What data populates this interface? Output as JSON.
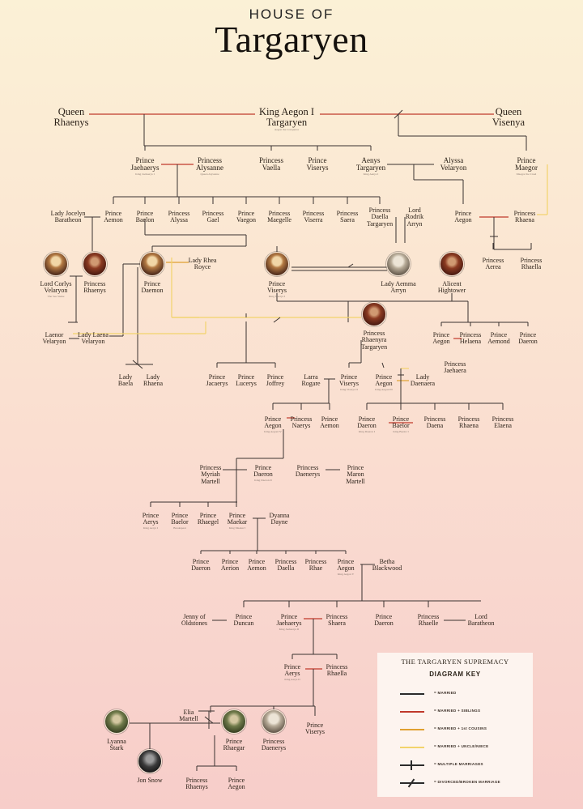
{
  "header": {
    "line1": "HOUSE OF",
    "line2": "Targaryen"
  },
  "line_colors": {
    "married": "#2b2b2b",
    "married_siblings": "#c0392b",
    "married_cousins": "#e0a030",
    "married_uncle_niece": "#f2d36b",
    "black": "#3a3230"
  },
  "people": [
    {
      "id": "rhaenys0",
      "name": [
        "Queen",
        "Rhaenys"
      ],
      "size": "big"
    },
    {
      "id": "aegon1",
      "name": [
        "King Aegon I",
        "Targaryen"
      ],
      "note": "Aegon the Conqueror",
      "size": "big"
    },
    {
      "id": "visenya",
      "name": [
        "Queen",
        "Visenya"
      ],
      "size": "big"
    },
    {
      "id": "jaeh1",
      "name": [
        "Prince",
        "Jaehaerys"
      ],
      "note": "King Jaehaerys I",
      "size": "mid"
    },
    {
      "id": "alysanne",
      "name": [
        "Princess",
        "Alysanne"
      ],
      "note": "Queen Alysanne",
      "size": "mid"
    },
    {
      "id": "vaella",
      "name": [
        "Princess",
        "Vaella"
      ],
      "size": "mid"
    },
    {
      "id": "viserys0",
      "name": [
        "Prince",
        "Viserys"
      ],
      "size": "mid"
    },
    {
      "id": "aenys",
      "name": [
        "Aenys",
        "Targaryen"
      ],
      "note": "King Aenys I",
      "size": "mid"
    },
    {
      "id": "alyssa",
      "name": [
        "Alyssa",
        "Velaryon"
      ],
      "size": "mid"
    },
    {
      "id": "maegor",
      "name": [
        "Prince",
        "Maegor"
      ],
      "note": "Maegor the Cruel",
      "size": "mid"
    },
    {
      "id": "jocelyn",
      "name": [
        "Lady Jocelyn",
        "Baratheon"
      ]
    },
    {
      "id": "aemon0",
      "name": [
        "Prince",
        "Aemon"
      ]
    },
    {
      "id": "baelon",
      "name": [
        "Prince",
        "Baelon"
      ]
    },
    {
      "id": "alyssa2",
      "name": [
        "Princess",
        "Alyssa"
      ]
    },
    {
      "id": "gael",
      "name": [
        "Princess",
        "Gael"
      ]
    },
    {
      "id": "vaegon",
      "name": [
        "Prince",
        "Vaegon"
      ]
    },
    {
      "id": "maegelle",
      "name": [
        "Princess",
        "Maegelle"
      ]
    },
    {
      "id": "viserra",
      "name": [
        "Princess",
        "Viserra"
      ]
    },
    {
      "id": "saera",
      "name": [
        "Princess",
        "Saera"
      ]
    },
    {
      "id": "daella",
      "name": [
        "Princess",
        "Daella",
        "Targaryen"
      ]
    },
    {
      "id": "rodrik",
      "name": [
        "Lord",
        "Rodrik",
        "Arryn"
      ]
    },
    {
      "id": "aegon2",
      "name": [
        "Prince",
        "Aegon"
      ]
    },
    {
      "id": "rhaena",
      "name": [
        "Princess",
        "Rhaena"
      ]
    },
    {
      "id": "aerea",
      "name": [
        "Princess",
        "Aerea"
      ]
    },
    {
      "id": "rhalla",
      "name": [
        "Princess",
        "Rhaella"
      ]
    },
    {
      "id": "corlys",
      "name": [
        "Lord Corlys",
        "Velaryon"
      ],
      "note": "The Sea Snake"
    },
    {
      "id": "rhaenys1",
      "name": [
        "Princess",
        "Rhaenys"
      ]
    },
    {
      "id": "daemon",
      "name": [
        "Prince",
        "Daemon"
      ]
    },
    {
      "id": "rhea",
      "name": [
        "Lady Rhea",
        "Royce"
      ]
    },
    {
      "id": "viserys1",
      "name": [
        "Prince",
        "Viserys"
      ],
      "note": "King Viserys I"
    },
    {
      "id": "aemma",
      "name": [
        "Lady Aemma",
        "Arryn"
      ]
    },
    {
      "id": "alicent",
      "name": [
        "Alicent",
        "Hightower"
      ]
    },
    {
      "id": "rhaenyra",
      "name": [
        "Princess",
        "Rhaenyra",
        "Targaryen"
      ]
    },
    {
      "id": "laenor",
      "name": [
        "Laenor",
        "Velaryon"
      ]
    },
    {
      "id": "laena",
      "name": [
        "Lady Laena",
        "Velaryon"
      ]
    },
    {
      "id": "aegon3",
      "name": [
        "Prince",
        "Aegon"
      ]
    },
    {
      "id": "helaena",
      "name": [
        "Princess",
        "Helaena"
      ]
    },
    {
      "id": "aemond",
      "name": [
        "Prince",
        "Aemond"
      ]
    },
    {
      "id": "daeron0",
      "name": [
        "Prince",
        "Daeron"
      ]
    },
    {
      "id": "jaehaera",
      "name": [
        "Princess",
        "Jaehaera"
      ]
    },
    {
      "id": "baela",
      "name": [
        "Lady",
        "Baela"
      ]
    },
    {
      "id": "rhaena2",
      "name": [
        "Lady",
        "Rhaena"
      ]
    },
    {
      "id": "jacaerys",
      "name": [
        "Prince",
        "Jacaerys"
      ]
    },
    {
      "id": "lucerys",
      "name": [
        "Prince",
        "Lucerys"
      ]
    },
    {
      "id": "joffrey",
      "name": [
        "Prince",
        "Joffrey"
      ]
    },
    {
      "id": "larra",
      "name": [
        "Larra",
        "Rogare"
      ]
    },
    {
      "id": "viserys2",
      "name": [
        "Prince",
        "Viserys"
      ],
      "note": "King Viserys II"
    },
    {
      "id": "aegon4",
      "name": [
        "Prince",
        "Aegon"
      ],
      "note": "King Aegon III"
    },
    {
      "id": "daenaera",
      "name": [
        "Lady",
        "Daenaera"
      ]
    },
    {
      "id": "aegon5",
      "name": [
        "Prince",
        "Aegon"
      ],
      "note": "King Aegon IV"
    },
    {
      "id": "naerys",
      "name": [
        "Princess",
        "Naerys"
      ]
    },
    {
      "id": "aemon1",
      "name": [
        "Prince",
        "Aemon"
      ]
    },
    {
      "id": "daeron1",
      "name": [
        "Prince",
        "Daeron"
      ],
      "note": "King Daeron I"
    },
    {
      "id": "baelor0",
      "name": [
        "Prince",
        "Baelor"
      ],
      "note": "King Baelor I"
    },
    {
      "id": "daena",
      "name": [
        "Princess",
        "Daena"
      ]
    },
    {
      "id": "rhaena3",
      "name": [
        "Princess",
        "Rhaena"
      ]
    },
    {
      "id": "elaena",
      "name": [
        "Princess",
        "Elaena"
      ]
    },
    {
      "id": "myriah",
      "name": [
        "Princess",
        "Myriah",
        "Martell"
      ]
    },
    {
      "id": "daeron2",
      "name": [
        "Prince",
        "Daeron"
      ],
      "note": "King Daeron II"
    },
    {
      "id": "daenerys0",
      "name": [
        "Princess",
        "Daenerys"
      ]
    },
    {
      "id": "maron",
      "name": [
        "Prince",
        "Maron",
        "Martell"
      ]
    },
    {
      "id": "aerys0",
      "name": [
        "Prince",
        "Aerys"
      ],
      "note": "King Aerys I"
    },
    {
      "id": "baelor1",
      "name": [
        "Prince",
        "Baelor"
      ],
      "note": "Breakspear"
    },
    {
      "id": "rhaegel",
      "name": [
        "Prince",
        "Rhaegel"
      ]
    },
    {
      "id": "maekar",
      "name": [
        "Prince",
        "Maekar"
      ],
      "note": "King Maekar I"
    },
    {
      "id": "dyanna",
      "name": [
        "Dyanna",
        "Dayne"
      ]
    },
    {
      "id": "daeron3",
      "name": [
        "Prince",
        "Daeron"
      ]
    },
    {
      "id": "aerion",
      "name": [
        "Prince",
        "Aerion"
      ]
    },
    {
      "id": "aemon2",
      "name": [
        "Prince",
        "Aemon"
      ]
    },
    {
      "id": "daella2",
      "name": [
        "Princess",
        "Daella"
      ]
    },
    {
      "id": "rhae",
      "name": [
        "Princess",
        "Rhae"
      ]
    },
    {
      "id": "aegon6",
      "name": [
        "Prince",
        "Aegon"
      ],
      "note": "King Aegon V"
    },
    {
      "id": "betha",
      "name": [
        "Betha",
        "Blackwood"
      ]
    },
    {
      "id": "jenny",
      "name": [
        "Jenny of",
        "Oldstones"
      ]
    },
    {
      "id": "duncan",
      "name": [
        "Prince",
        "Duncan"
      ]
    },
    {
      "id": "jaeh2",
      "name": [
        "Prince",
        "Jaehaerys"
      ],
      "note": "King Jaehaerys II"
    },
    {
      "id": "shaera",
      "name": [
        "Princess",
        "Shaera"
      ]
    },
    {
      "id": "daeron4",
      "name": [
        "Prince",
        "Daeron"
      ]
    },
    {
      "id": "rhaelle",
      "name": [
        "Princess",
        "Rhaelle"
      ]
    },
    {
      "id": "lordbar",
      "name": [
        "Lord",
        "Baratheon"
      ]
    },
    {
      "id": "aerys1",
      "name": [
        "Prince",
        "Aerys"
      ],
      "note": "King Aerys II"
    },
    {
      "id": "rhaella2",
      "name": [
        "Princess",
        "Rhaella"
      ]
    },
    {
      "id": "elia",
      "name": [
        "Elia",
        "Martell"
      ]
    },
    {
      "id": "lyanna",
      "name": [
        "Lyanna",
        "Stark"
      ]
    },
    {
      "id": "rhaegar",
      "name": [
        "Prince",
        "Rhaegar"
      ]
    },
    {
      "id": "daenerys1",
      "name": [
        "Princess",
        "Daenerys"
      ]
    },
    {
      "id": "viserys3",
      "name": [
        "Prince",
        "Viserys"
      ]
    },
    {
      "id": "jon",
      "name": [
        "Jon Snow"
      ]
    },
    {
      "id": "rhaenys2",
      "name": [
        "Princess",
        "Rhaenys"
      ]
    },
    {
      "id": "aegon7",
      "name": [
        "Prince",
        "Aegon"
      ]
    }
  ],
  "key": {
    "title": "THE TARGARYEN SUPREMACY",
    "subtitle": "DIAGRAM KEY",
    "rows": [
      {
        "label": "= MARRIED",
        "color": "#2b2b2b",
        "symbol": "line"
      },
      {
        "label": "= MARRIED + SIBLINGS",
        "color": "#c0392b",
        "symbol": "line"
      },
      {
        "label": "= MARRIED + 1st COUSINS",
        "color": "#e0a030",
        "symbol": "line"
      },
      {
        "label": "= MARRIED + UNCLE/NIECE",
        "color": "#f2d36b",
        "symbol": "line"
      },
      {
        "label": "= MULTIPLE MARRIAGES",
        "color": "#2b2b2b",
        "symbol": "plus"
      },
      {
        "label": "= DIVORCED/BROKEN MARRIAGE",
        "color": "#2b2b2b",
        "symbol": "slash"
      }
    ]
  }
}
